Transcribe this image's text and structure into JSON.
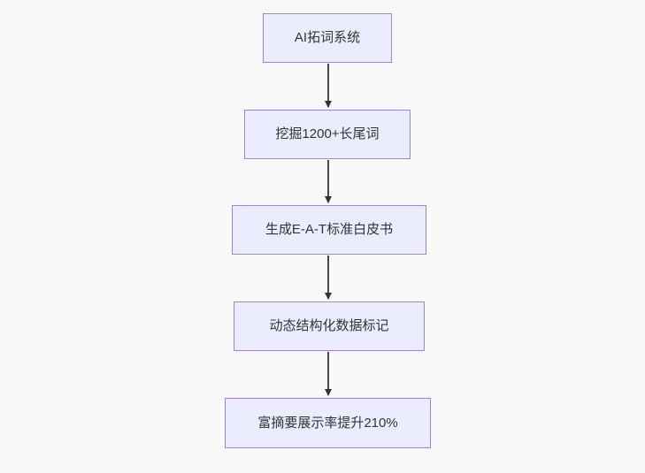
{
  "diagram": {
    "type": "flowchart",
    "direction": "top-down",
    "colors": {
      "canvas_background": "#f8f8f8",
      "node_fill": "#ececff",
      "node_border": "#9f85d8",
      "node_text": "#333333",
      "arrow": "#333333"
    },
    "nodes": [
      {
        "id": "step-1",
        "label": "AI拓词系统"
      },
      {
        "id": "step-2",
        "label": "挖掘1200+长尾词"
      },
      {
        "id": "step-3",
        "label": "生成E-A-T标准白皮书"
      },
      {
        "id": "step-4",
        "label": "动态结构化数据标记"
      },
      {
        "id": "step-5",
        "label": "富摘要展示率提升210%"
      }
    ],
    "edges": [
      {
        "from": "step-1",
        "to": "step-2"
      },
      {
        "from": "step-2",
        "to": "step-3"
      },
      {
        "from": "step-3",
        "to": "step-4"
      },
      {
        "from": "step-4",
        "to": "step-5"
      }
    ]
  }
}
